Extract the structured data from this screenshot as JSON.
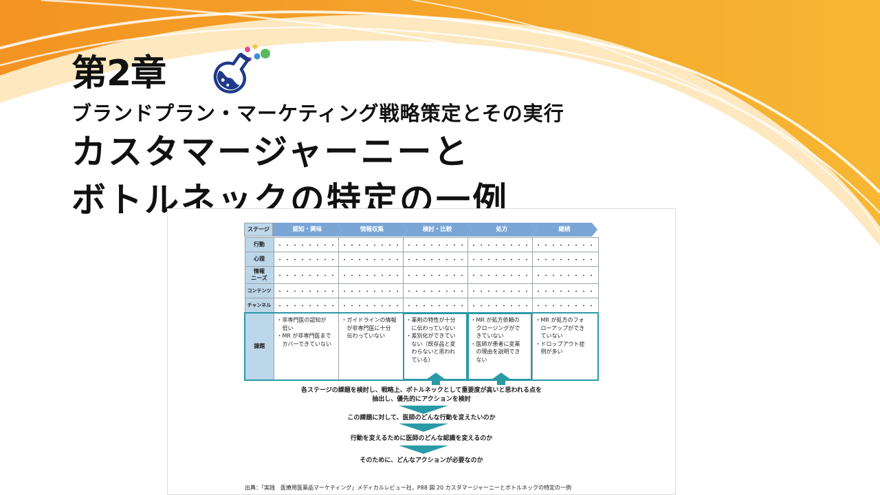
{
  "slide": {
    "chapter": "第2章",
    "subtitle": "ブランドプラン・マーケティング戦略策定とその実行",
    "title_line1": "カスタマージャーニーと",
    "title_line2": "ボトルネックの特定の一例"
  },
  "figure": {
    "header_label": "ステージ",
    "stages": [
      "認知・興味",
      "情報収集",
      "検討・比較",
      "処方",
      "継続"
    ],
    "rows": [
      {
        "label": "行動",
        "cells": [
          "・・・・・・・・",
          "・・・・・・・・",
          "・・・・・・・・",
          "・・・・・・・・",
          "・・・・・・・・"
        ]
      },
      {
        "label": "心理",
        "cells": [
          "・・・・・・・・",
          "・・・・・・・・",
          "・・・・・・・・",
          "・・・・・・・・",
          "・・・・・・・・"
        ]
      },
      {
        "label_line1": "情報",
        "label_line2": "ニーズ",
        "cells": [
          "・・・・・・・・",
          "・・・・・・・・",
          "・・・・・・・・",
          "・・・・・・・・",
          "・・・・・・・・"
        ]
      },
      {
        "label": "コンテンツ",
        "cells": [
          "・・・・・・・・",
          "・・・・・・・・",
          "・・・・・・・・",
          "・・・・・・・・",
          "・・・・・・・・"
        ]
      },
      {
        "label": "チャンネル",
        "cells": [
          "・・・・・・・・",
          "・・・・・・・・",
          "・・・・・・・・",
          "・・・・・・・・",
          "・・・・・・・・"
        ]
      }
    ],
    "issues_label": "課題",
    "issues": [
      [
        "・非専門医の認知が",
        "　低い",
        "・MR が非専門医まで",
        "　カバーできていない"
      ],
      [
        "・ガイドラインの情報",
        "　が非専門医に十分",
        "　伝わっていない"
      ],
      [
        "・薬剤の特性が十分",
        "　に伝わっていない",
        "・差別化ができてい",
        "　ない（既存品と変",
        "　わらないと思われ",
        "　ている）"
      ],
      [
        "・MR が処方依頼の",
        "　クロージングがで",
        "　きていない",
        "・医師が患者に変薬",
        "　の理由を説明でき",
        "　ない"
      ],
      [
        "・MR が処方のフォ",
        "　ローアップができ",
        "　ていない",
        "・ドロップアウト症",
        "　例が多い"
      ]
    ],
    "desc1_line1": "各ステージの課題を検討し、戦略上、ボトルネックとして重要度が高いと思われる点を",
    "desc1_line2": "抽出し、優先的にアクションを検討",
    "desc2": "この課題に対して、医師のどんな行動を変えたいのか",
    "desc3": "行動を変えるために医師のどんな認識を変えるのか",
    "desc4": "そのために、どんなアクションが必要なのか",
    "source": "出典：「実践　医療用医薬品マーケティング」メディカルレビュー社，P88 図 20 カスタマージャーニーとボトルネックの特定の一例"
  },
  "colors": {
    "accent_orange": "#f5a623",
    "stage_blue": "#7aa6d6",
    "header_light_blue": "#bcd6ea",
    "teal": "#2a9aa6"
  }
}
